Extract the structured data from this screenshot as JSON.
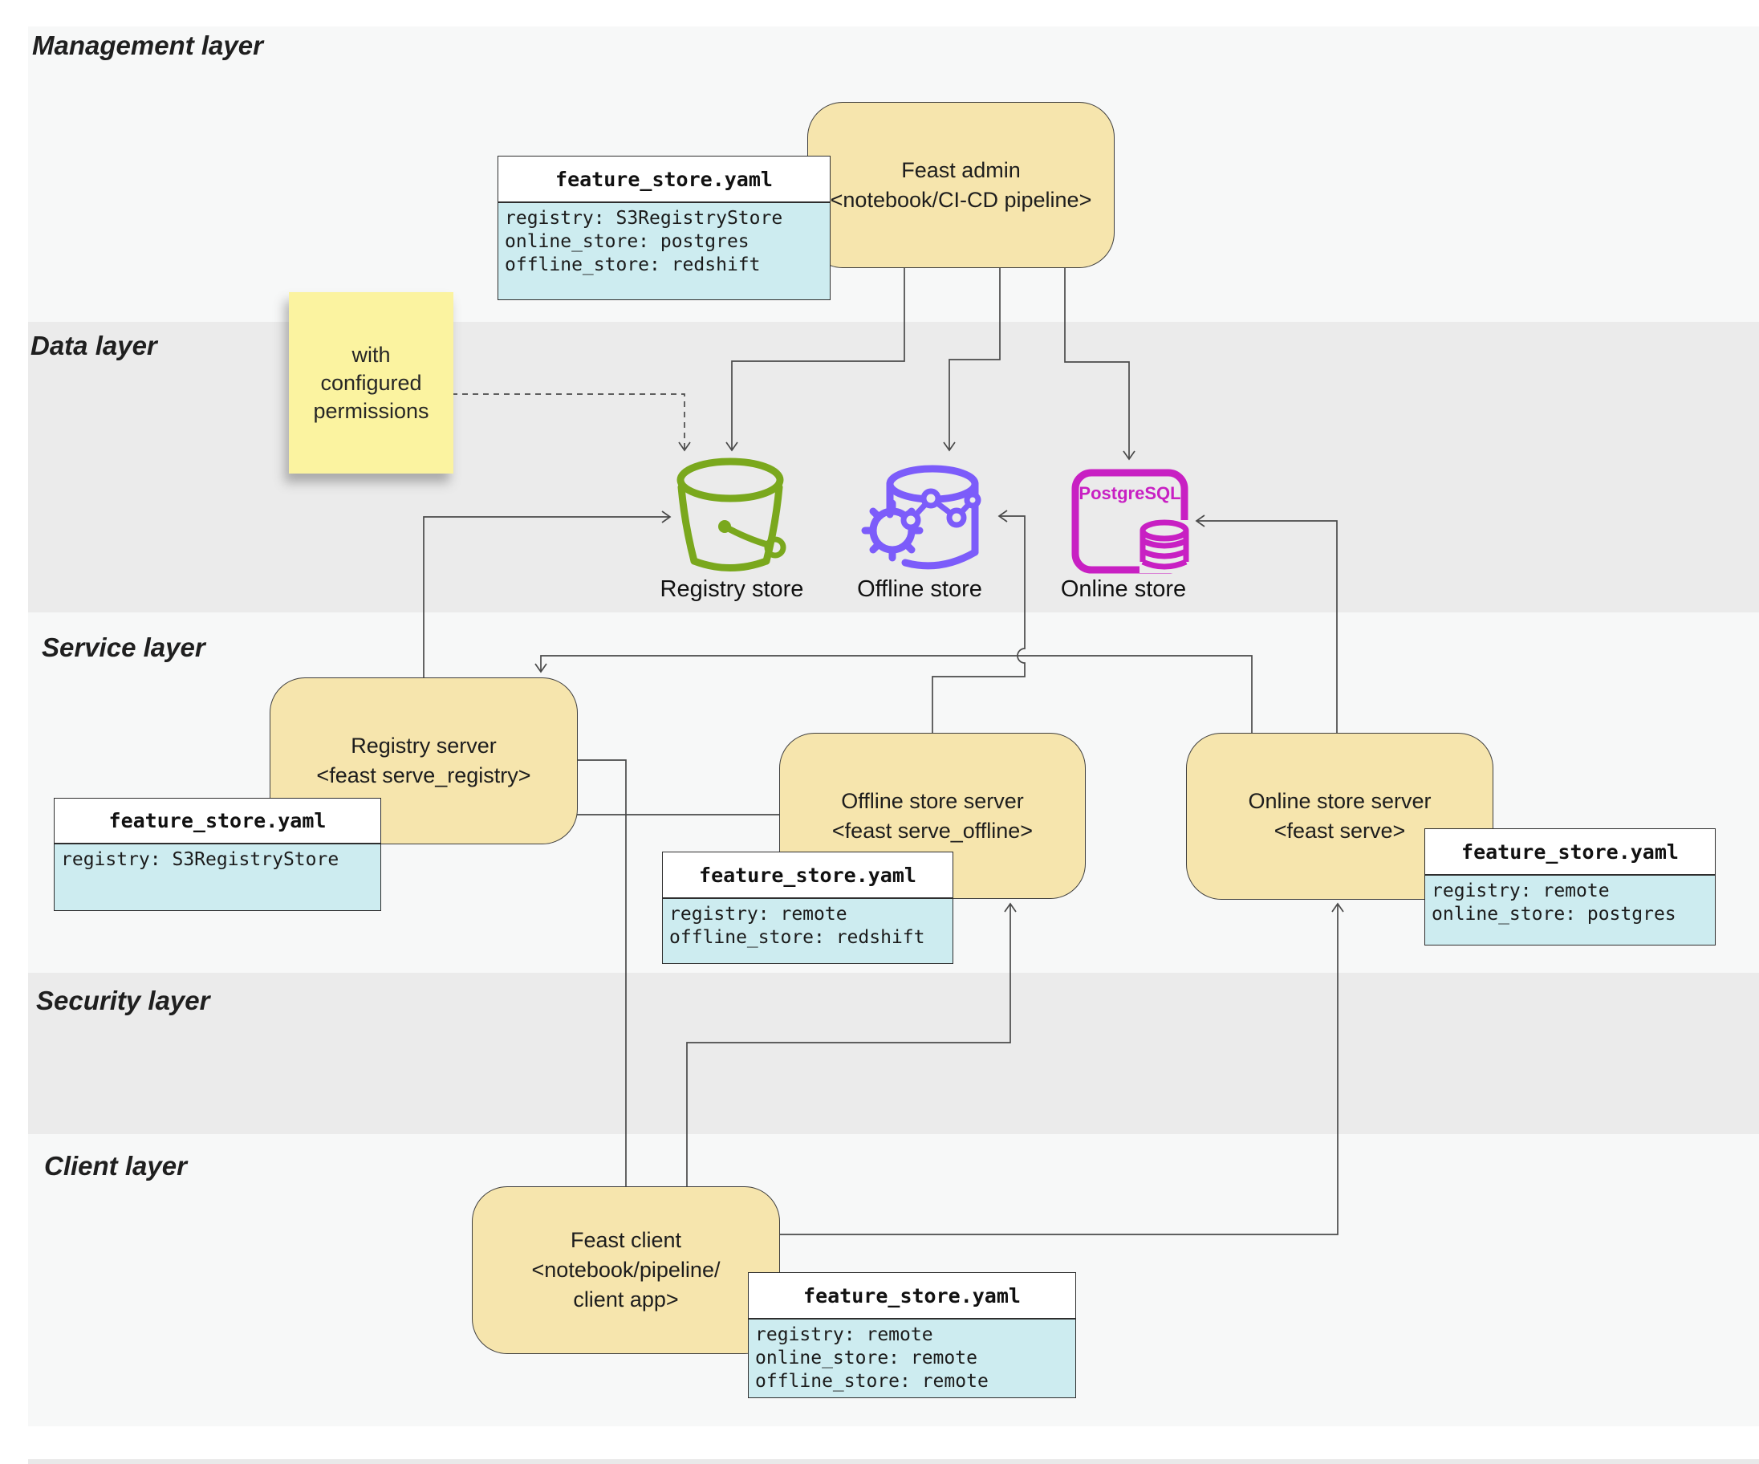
{
  "layers": [
    {
      "label": "Management layer"
    },
    {
      "label": "Data layer"
    },
    {
      "label": "Service layer"
    },
    {
      "label": "Security layer"
    },
    {
      "label": "Client layer"
    }
  ],
  "sticky_note": {
    "line1": "with",
    "line2": "configured",
    "line3": "permissions",
    "color": "#fbf3a0"
  },
  "nodes": {
    "feast_admin": {
      "title": "Feast admin",
      "subtitle": "<notebook/CI-CD pipeline>"
    },
    "registry_server": {
      "title": "Registry server",
      "subtitle": "<feast serve_registry>"
    },
    "offline_store_server": {
      "title": "Offline store server",
      "subtitle": "<feast serve_offline>"
    },
    "online_store_server": {
      "title": "Online store server",
      "subtitle": "<feast serve>"
    },
    "feast_client": {
      "title": "Feast client",
      "subtitle1": "<notebook/pipeline/",
      "subtitle2": "client app>"
    }
  },
  "stores": {
    "registry": {
      "label": "Registry store",
      "color": "#7aa81d",
      "icon": "s3-bucket-icon"
    },
    "offline": {
      "label": "Offline store",
      "color": "#7c5cfa",
      "icon": "database-gear-icon"
    },
    "online": {
      "label": "Online store",
      "color": "#c820c3",
      "icon": "postgresql-icon",
      "badge": "PostgreSQL"
    }
  },
  "yaml_boxes": {
    "management": {
      "title": "feature_store.yaml",
      "lines": [
        "registry: S3RegistryStore",
        "online_store: postgres",
        "offline_store: redshift"
      ]
    },
    "registry_server": {
      "title": "feature_store.yaml",
      "lines": [
        "registry: S3RegistryStore"
      ]
    },
    "offline_server": {
      "title": "feature_store.yaml",
      "lines": [
        "registry: remote",
        "offline_store: redshift"
      ]
    },
    "online_server": {
      "title": "feature_store.yaml",
      "lines": [
        "registry: remote",
        "online_store: postgres"
      ]
    },
    "client": {
      "title": "feature_store.yaml",
      "lines": [
        "registry: remote",
        "online_store: remote",
        "offline_store: remote"
      ]
    }
  },
  "colors": {
    "node_fill": "#f6e5ad",
    "node_border": "#3f3f3f",
    "yaml_body": "#cdecf0",
    "band_light": "#f7f8f8",
    "band_dark": "#ebebeb",
    "arrow": "#4a4a4a"
  }
}
